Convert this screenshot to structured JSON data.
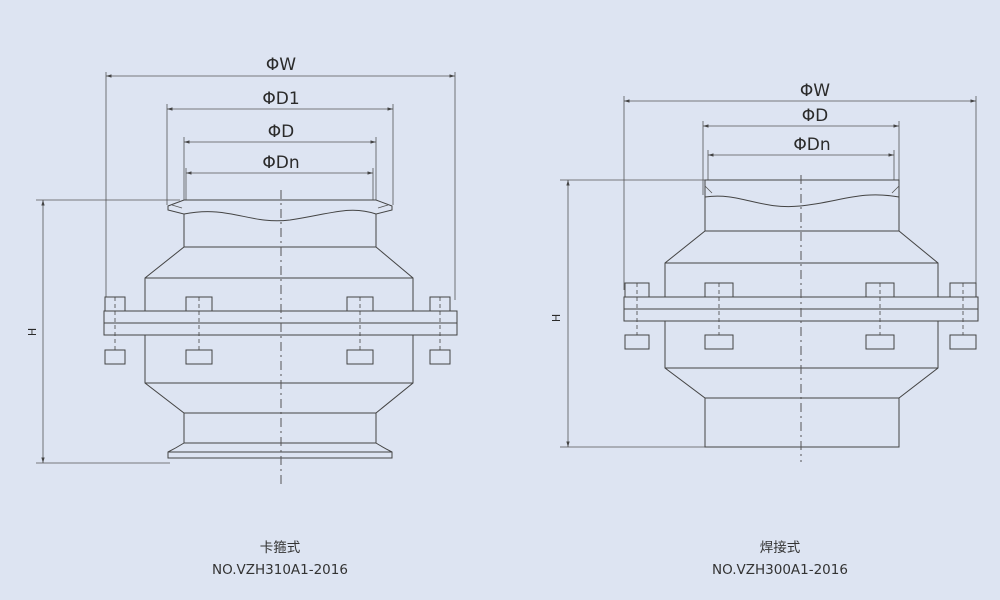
{
  "left_drawing": {
    "dim_w": "ΦW",
    "dim_d1": "ΦD1",
    "dim_d": "ΦD",
    "dim_dn": "ΦDn",
    "dim_h": "H",
    "caption_title": "卡箍式",
    "caption_code": "NO.VZH310A1-2016"
  },
  "right_drawing": {
    "dim_w": "ΦW",
    "dim_d": "ΦD",
    "dim_dn": "ΦDn",
    "dim_h": "H",
    "caption_title": "焊接式",
    "caption_code": "NO.VZH300A1-2016"
  },
  "colors": {
    "background": "#dde4f2",
    "line": "#444444"
  }
}
